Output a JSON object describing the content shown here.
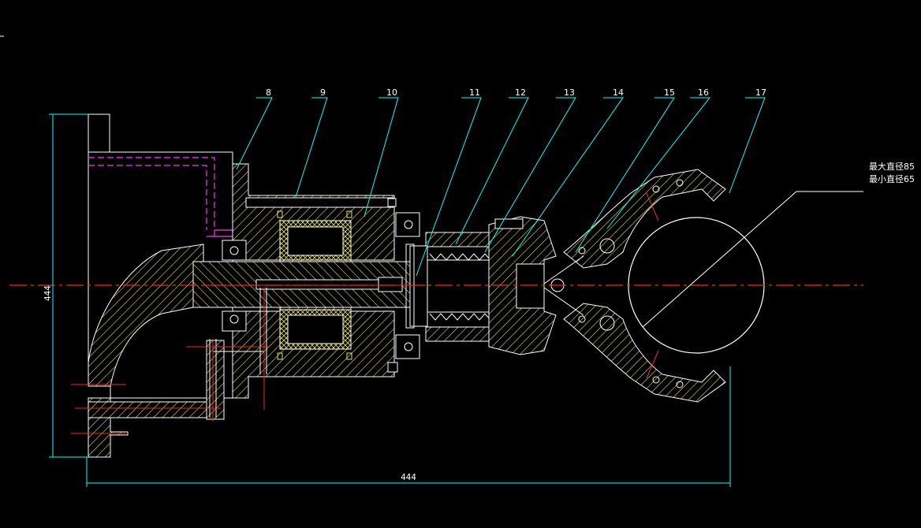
{
  "drawing": {
    "part_numbers": [
      "8",
      "9",
      "10",
      "11",
      "12",
      "13",
      "14",
      "15",
      "16",
      "17"
    ],
    "dimensions": {
      "height": "444",
      "width": "444"
    },
    "notes": {
      "max_diameter": "最大直径85",
      "min_diameter": "最小直径65"
    },
    "colors": {
      "background": "#000000",
      "outline": "#ffffff",
      "hatch": "#ffff66",
      "leader": "#00ffff",
      "centerline": "#ff2222",
      "hidden": "#ff33ff",
      "dimension": "#00ffff"
    }
  }
}
